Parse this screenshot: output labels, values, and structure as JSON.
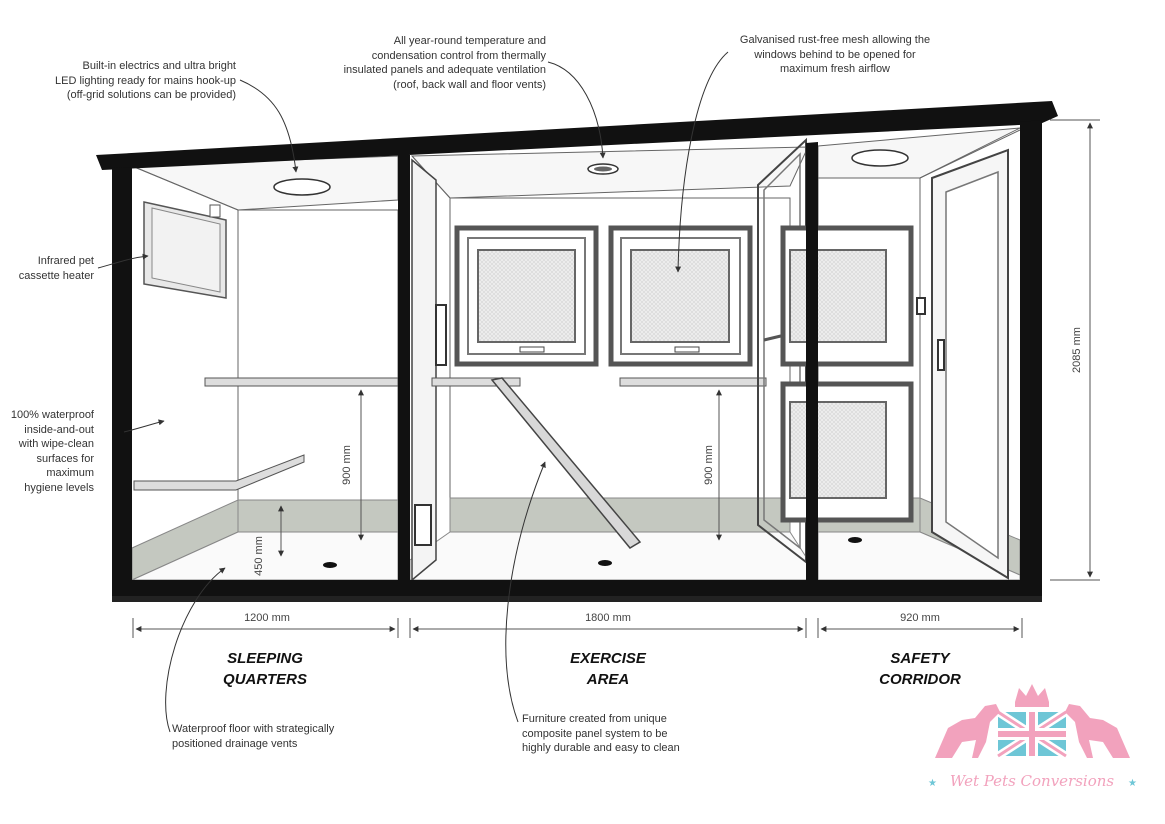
{
  "callouts": {
    "electrics": [
      "Built-in electrics and ultra bright",
      "LED lighting ready for mains hook-up",
      "(off-grid solutions can be provided)"
    ],
    "temperature": [
      "All year-round temperature and",
      "condensation control from thermally",
      "insulated panels and adequate ventilation",
      "(roof, back wall and floor vents)"
    ],
    "mesh": [
      "Galvanised rust-free mesh allowing the",
      "windows behind to be opened for",
      "maximum fresh airflow"
    ],
    "heater": [
      "Infrared pet",
      "cassette heater"
    ],
    "waterproof": [
      "100% waterproof",
      "inside-and-out",
      "with wipe-clean",
      "surfaces for",
      "maximum",
      "hygiene levels"
    ],
    "floor": [
      "Waterproof floor with strategically",
      "positioned drainage vents"
    ],
    "furniture": [
      "Furniture created from unique",
      "composite panel system to be",
      "highly durable and easy to clean"
    ]
  },
  "dimensions": {
    "sleeping_width": "1200 mm",
    "exercise_width": "1800 mm",
    "corridor_width": "920 mm",
    "height": "2085 mm",
    "shelf_height_left": "900 mm",
    "shelf_height_right": "900 mm",
    "bench_height": "450 mm"
  },
  "zones": {
    "sleeping": [
      "SLEEPING",
      "QUARTERS"
    ],
    "exercise": [
      "EXERCISE",
      "AREA"
    ],
    "corridor": [
      "SAFETY",
      "CORRIDOR"
    ]
  },
  "brand": {
    "name": "Wet Pets Conversions",
    "colors": {
      "pink": "#f2a2bd",
      "blue": "#6ec6d6",
      "cross": "#f2a2bd"
    }
  },
  "colors": {
    "frame": "#111111",
    "skirting": "#c4c8c0",
    "mesh": "#e6e6e6"
  }
}
